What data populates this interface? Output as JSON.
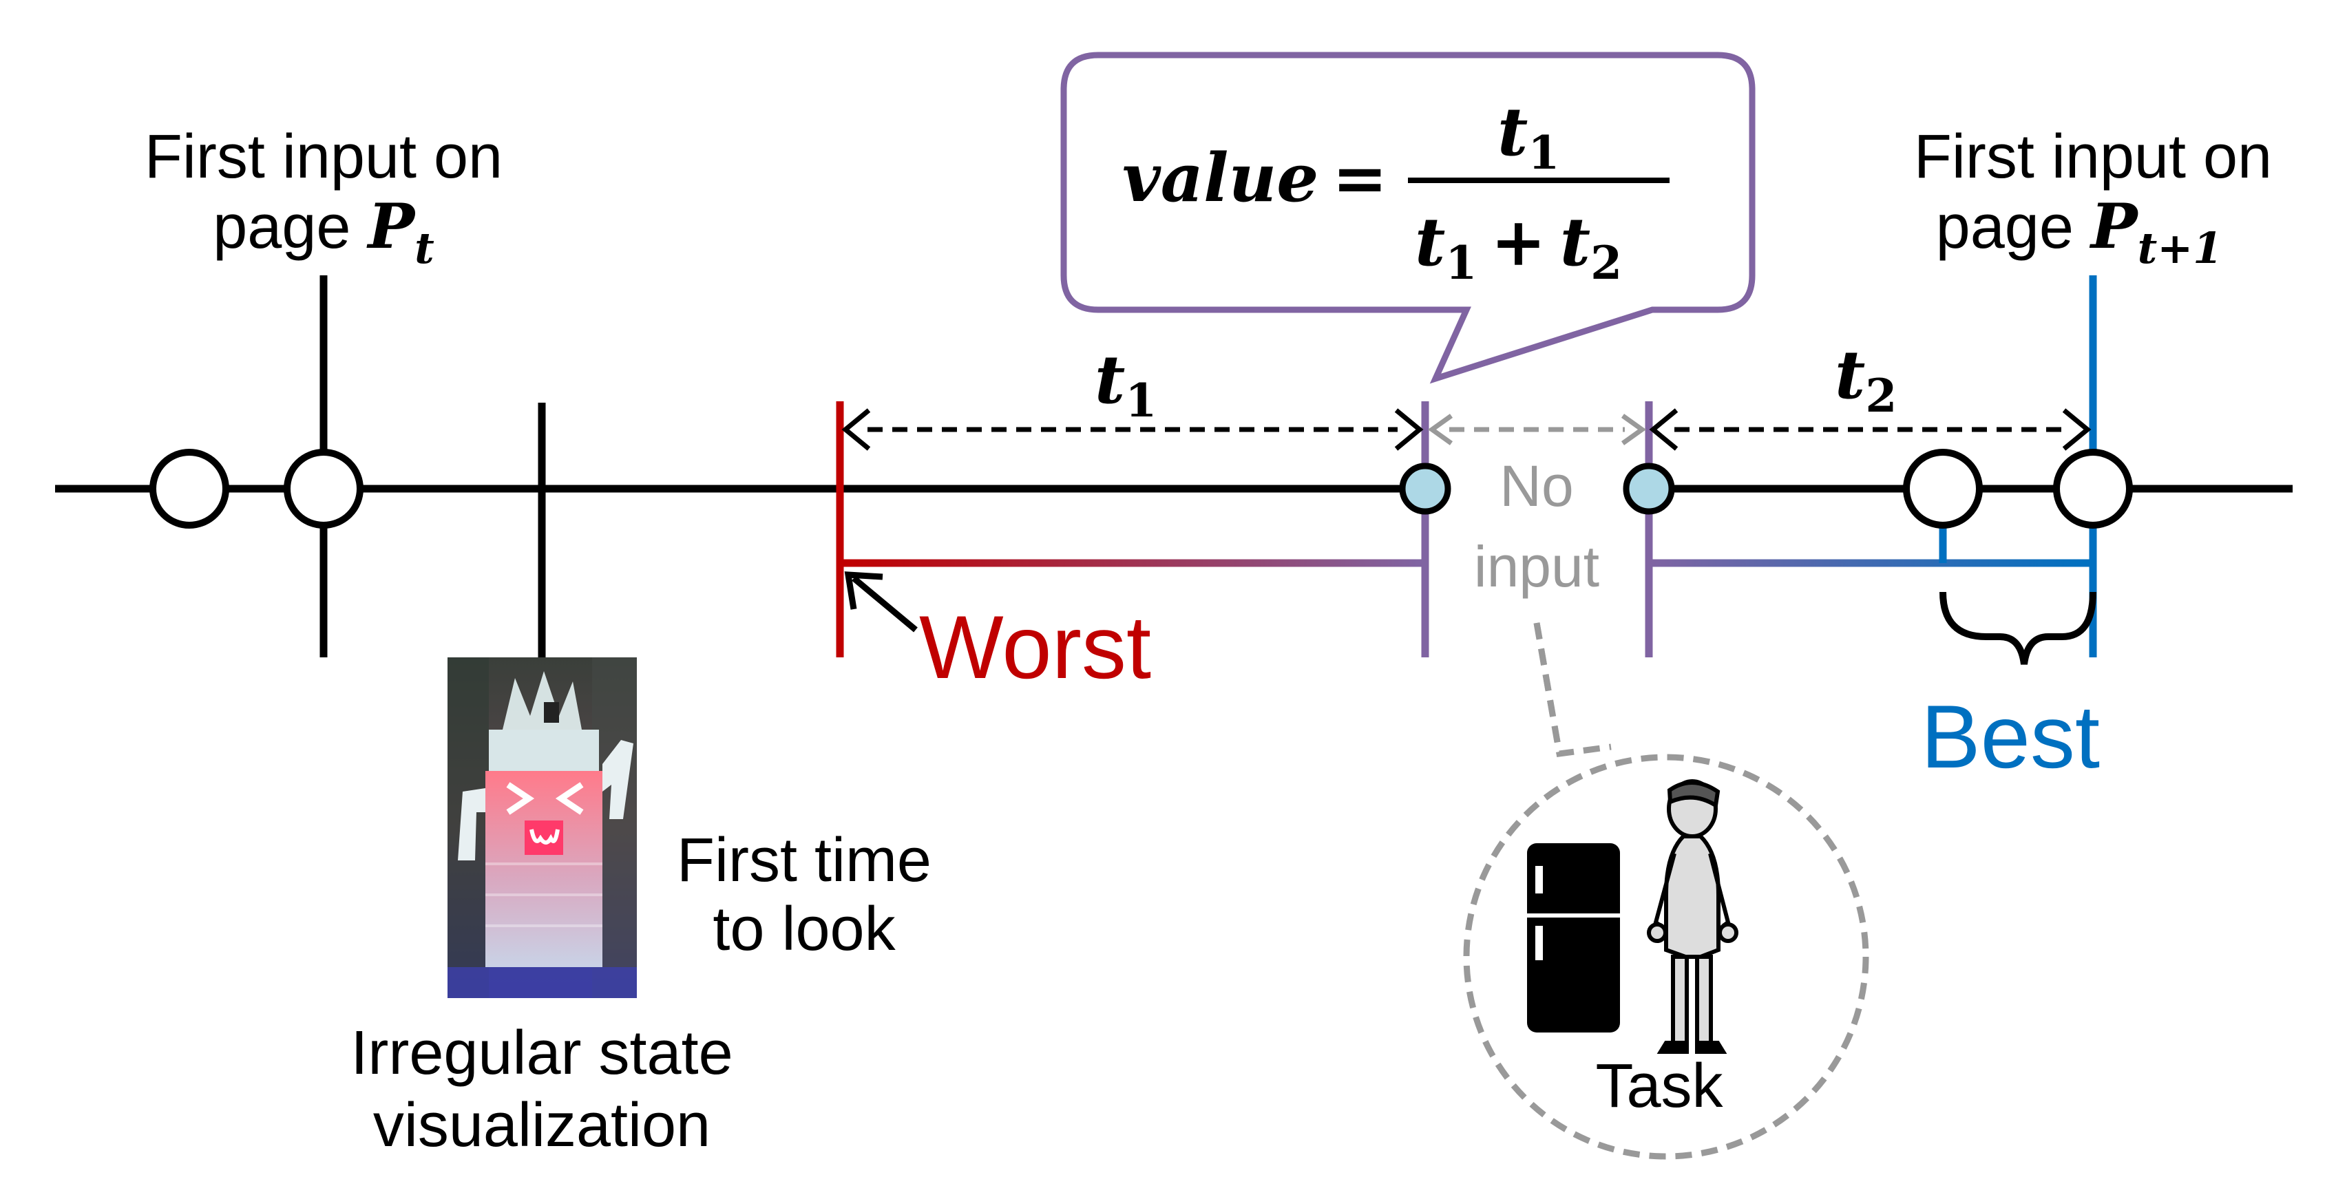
{
  "labels": {
    "first_input_left_line1": "First input on",
    "first_input_left_page": "page ",
    "first_input_left_var": "P",
    "first_input_left_sub": "t",
    "first_input_right_line1": "First input on",
    "first_input_right_page": "page ",
    "first_input_right_var": "P",
    "first_input_right_sub": "t+1",
    "t1_var": "t",
    "t1_sub": "1",
    "t2_var": "t",
    "t2_sub": "2",
    "no_input_line1": "No",
    "no_input_line2": "input",
    "worst": "Worst",
    "best": "Best",
    "first_time_line1": "First time",
    "first_time_line2": "to look",
    "irregular_line1": "Irregular state",
    "irregular_line2": "visualization",
    "task": "Task"
  },
  "formula": {
    "lhs": "value",
    "equals": "=",
    "num_var": "t",
    "num_sub": "1",
    "den_var1": "t",
    "den_sub1": "1",
    "plus": "+",
    "den_var2": "t",
    "den_sub2": "2"
  },
  "colors": {
    "black": "#000000",
    "worst_red": "#c00000",
    "best_blue": "#0070c0",
    "purple": "#8064a2",
    "gray": "#999999",
    "node_fill": "#add8e6"
  }
}
